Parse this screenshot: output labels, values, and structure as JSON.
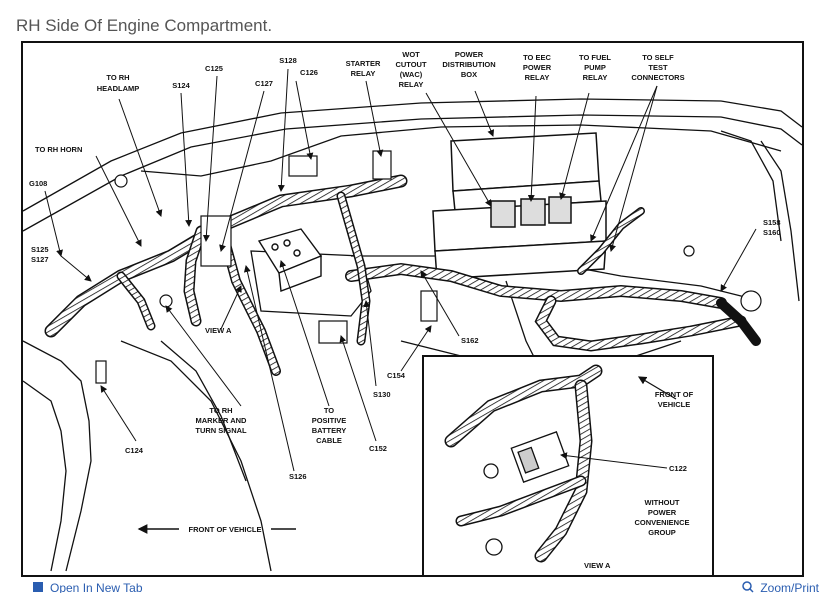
{
  "page": {
    "title": "RH Side Of Engine Compartment."
  },
  "diagram": {
    "labels": {
      "to_rh_headlamp": [
        "TO RH",
        "HEADLAMP"
      ],
      "s124": "S124",
      "c125": "C125",
      "c127": "C127",
      "s128": "S128",
      "c126": "C126",
      "starter_relay": [
        "STARTER",
        "RELAY"
      ],
      "wot_relay": [
        "WOT",
        "CUTOUT",
        "(WAC)",
        "RELAY"
      ],
      "power_distribution_box": [
        "POWER",
        "DISTRIBUTION",
        "BOX"
      ],
      "to_eec_power_relay": [
        "TO EEC",
        "POWER",
        "RELAY"
      ],
      "to_fuel_pump_relay": [
        "TO FUEL",
        "PUMP",
        "RELAY"
      ],
      "to_self_test_connectors": [
        "TO SELF",
        "TEST",
        "CONNECTORS"
      ],
      "to_rh_horn": "TO RH HORN",
      "g108": "G108",
      "s125": "S125",
      "s127": "S127",
      "s158": "S158",
      "s160": "S160",
      "view_a_pointer": "VIEW A",
      "s162": "S162",
      "c154": "C154",
      "s130": "S130",
      "to_rh_marker": [
        "TO RH",
        "MARKER AND",
        "TURN SIGNAL"
      ],
      "to_positive_battery": [
        "TO",
        "POSITIVE",
        "BATTERY",
        "CABLE"
      ],
      "c152": "C152",
      "c124": "C124",
      "s126": "S126",
      "front_of_vehicle_main": "FRONT OF VEHICLE",
      "front_of_vehicle_inset": [
        "FRONT OF",
        "VEHICLE"
      ],
      "c122": "C122",
      "without_power_convenience": [
        "WITHOUT",
        "POWER",
        "CONVENIENCE",
        "GROUP"
      ],
      "view_a_inset": "VIEW A"
    }
  },
  "footer": {
    "open_new_tab": "Open In New Tab",
    "zoom_print": "Zoom/Print"
  }
}
